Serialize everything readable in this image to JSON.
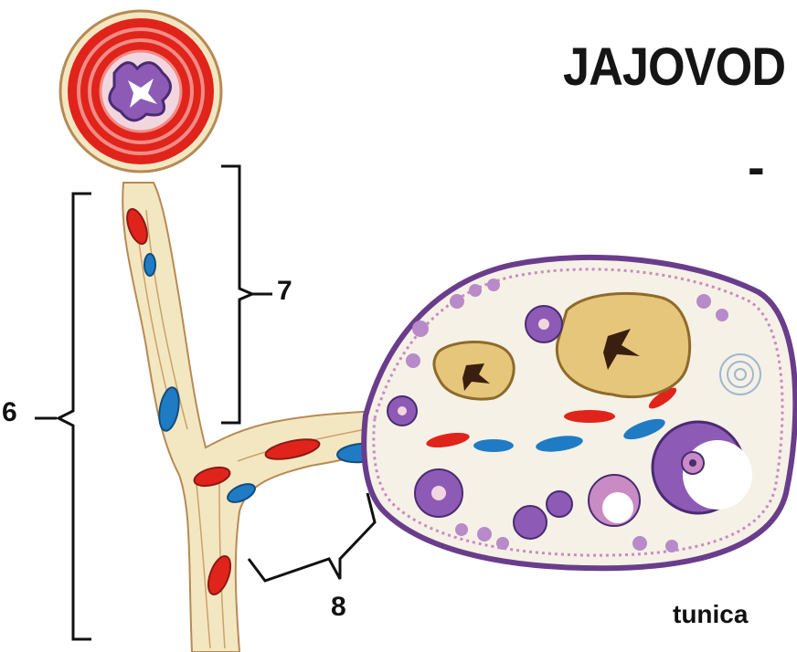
{
  "title": "JAJOVOD",
  "subtitle_dash": "-",
  "labels": {
    "label_6": "6",
    "label_7": "7",
    "label_8": "8",
    "tunica": "tunica"
  },
  "colors": {
    "background": "#ffffff",
    "artery_red": "#e0241b",
    "vein_blue": "#1f7cc4",
    "tissue_beige": "#f3e7c2",
    "capsule_purple": "#6a3d8c",
    "follicle_yellow": "#e6c67b",
    "bracket_black": "#111111"
  }
}
